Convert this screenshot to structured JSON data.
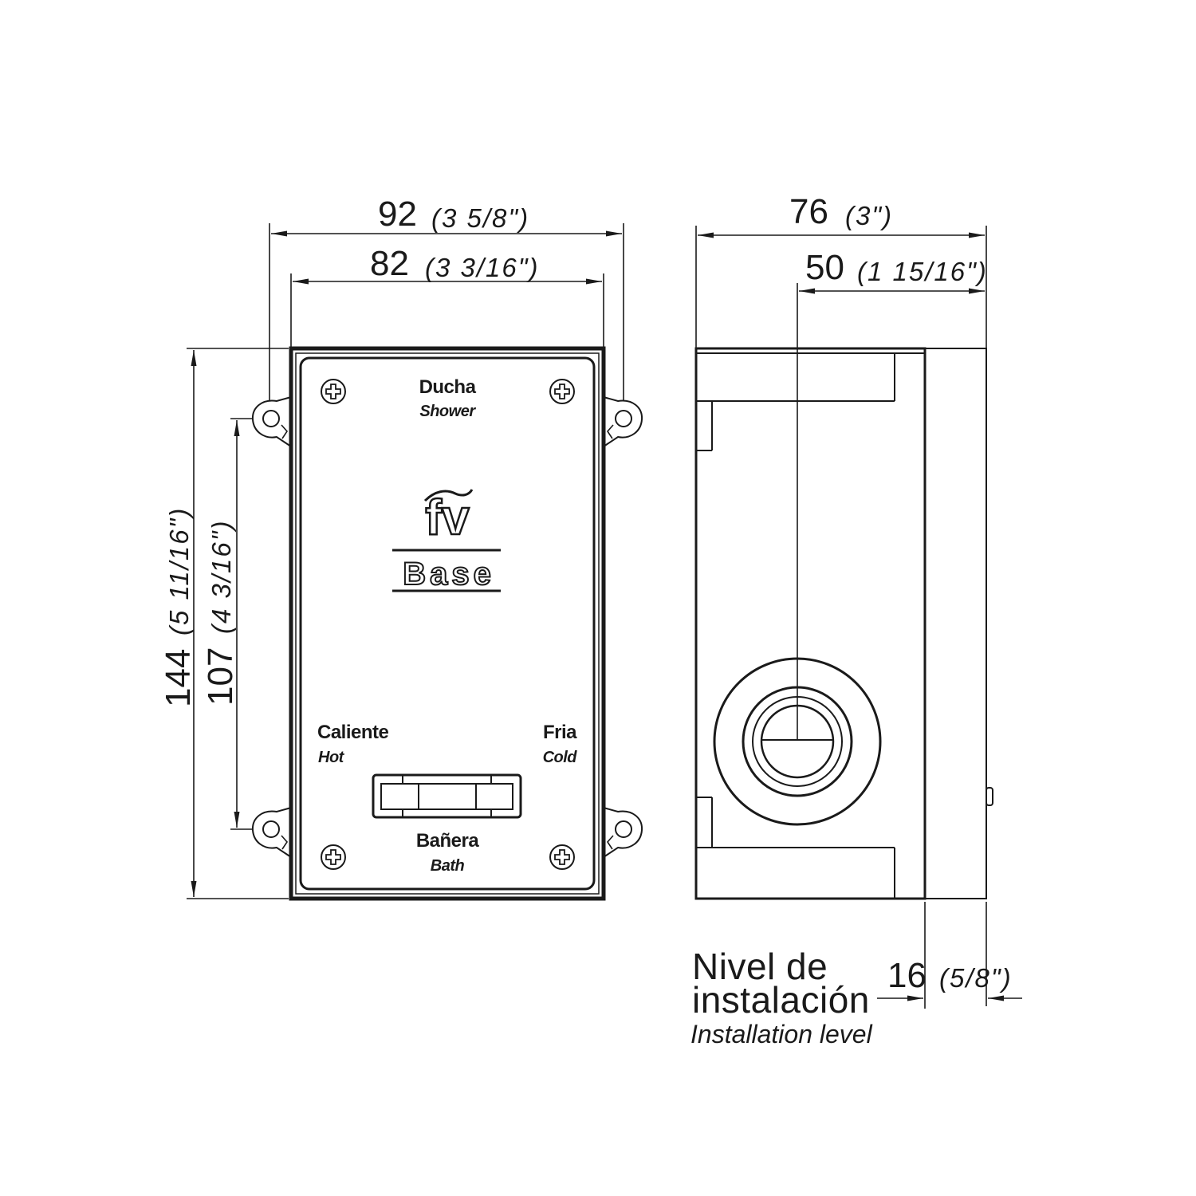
{
  "front_view": {
    "width_outer": {
      "mm": "92",
      "inch": "(3 5/8\")"
    },
    "width_inner": {
      "mm": "82",
      "inch": "(3 3/16\")"
    },
    "height_outer": {
      "mm": "144",
      "inch": "(5 11/16\")"
    },
    "height_mounting": {
      "mm": "107",
      "inch": "(4 3/16\")"
    },
    "logo": "fv",
    "model": "Base",
    "labels": {
      "top": "Ducha",
      "top_en": "Shower",
      "left": "Caliente",
      "left_en": "Hot",
      "right": "Fria",
      "right_en": "Cold",
      "bottom": "Bañera",
      "bottom_en": "Bath"
    }
  },
  "side_view": {
    "depth": {
      "mm": "76",
      "inch": "(3\")"
    },
    "outlet_offset": {
      "mm": "50",
      "inch": "(1 15/16\")"
    },
    "flange": {
      "mm": "16",
      "inch": "(5/8\")"
    },
    "installation_level": {
      "line1": "Nivel de",
      "line2": "instalación",
      "en": "Installation level"
    }
  },
  "colors": {
    "line": "#1a1a1a",
    "background": "#ffffff"
  }
}
